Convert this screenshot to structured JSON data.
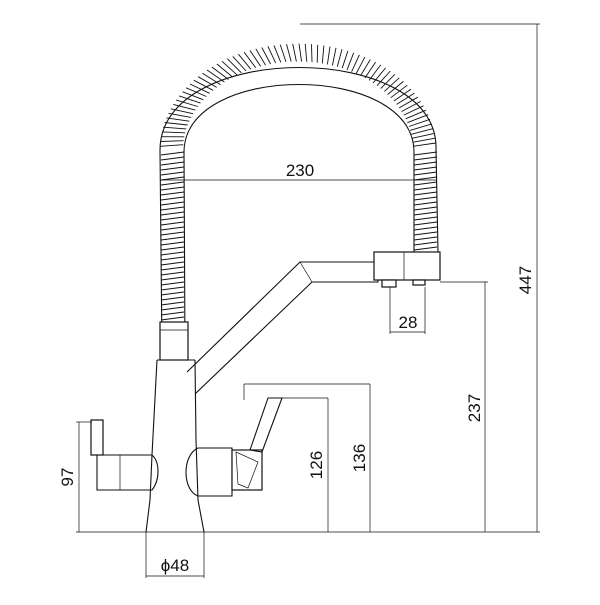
{
  "dimensions": {
    "hose_width": "230",
    "total_height": "447",
    "spout_height": "237",
    "outlet_offset": "28",
    "handle_height": "126",
    "filter_lever_height": "136",
    "side_lever_height": "97",
    "base_diameter": "ϕ48"
  }
}
